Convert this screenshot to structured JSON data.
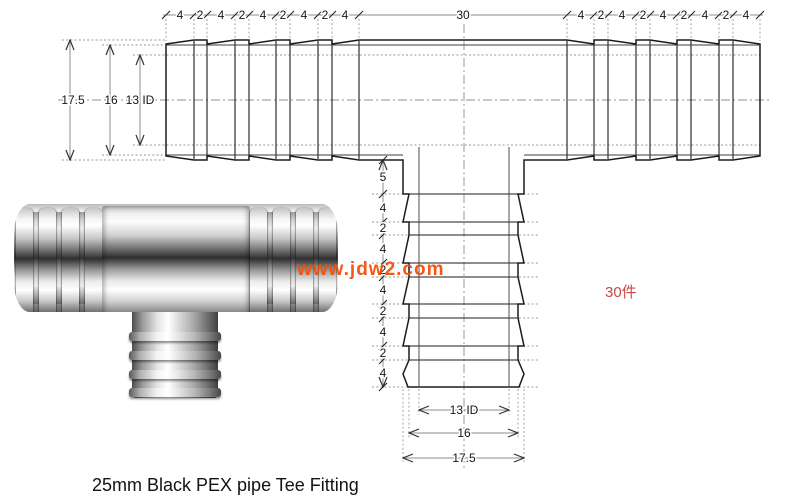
{
  "drawing": {
    "top_chain_left": [
      "4",
      "2",
      "4",
      "2",
      "4",
      "2",
      "4",
      "2",
      "4"
    ],
    "top_center_label": "30",
    "top_chain_right": [
      "4",
      "2",
      "4",
      "2",
      "4",
      "2",
      "4",
      "2",
      "4"
    ],
    "left_dims": [
      "17.5",
      "16",
      "13 ID"
    ],
    "branch_chain": [
      "5",
      "4",
      "2",
      "4",
      "2",
      "4",
      "2",
      "4",
      "2",
      "4"
    ],
    "bottom_dims": [
      "13 ID",
      "16",
      "17.5"
    ]
  },
  "watermark": {
    "text": "www.jdw2.com",
    "color": "#f2500a"
  },
  "quantity_note": {
    "text": "30件",
    "color": "#c94a42"
  },
  "caption": {
    "text": "25mm Black PEX pipe Tee Fitting",
    "color": "#131313"
  }
}
